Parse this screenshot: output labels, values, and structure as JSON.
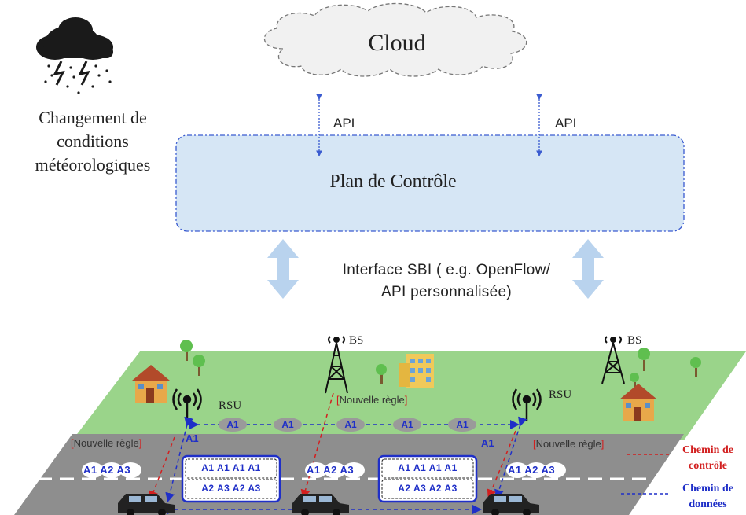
{
  "weather": {
    "label_line1": "Changement de",
    "label_line2": "conditions",
    "label_line3": "météorologiques",
    "icon": "storm-cloud-icon"
  },
  "cloud": {
    "label": "Cloud"
  },
  "api": {
    "left_label": "API",
    "right_label": "API"
  },
  "control_plane": {
    "label": "Plan de Contrôle",
    "fill": "#d6e6f5",
    "border": "#3a5bd0"
  },
  "sbi": {
    "line1": "Interface SBI ( e.g. OpenFlow/",
    "line2": "API personnalisée)"
  },
  "infrastructure": {
    "bs_left": "BS",
    "bs_right": "BS",
    "rsu_left": "RSU",
    "rsu_right": "RSU",
    "rule_center": "Nouvelle règle",
    "rule_left": "Nouvelle règle",
    "rule_right": "Nouvelle règle",
    "rule_bracket_open": "[",
    "rule_bracket_close": "]"
  },
  "apps": {
    "pill_row": [
      "A1",
      "A1",
      "A1",
      "A1",
      "A1"
    ],
    "left_group": "A1 A2 A3",
    "middle_group": "A1 A2 A3",
    "right_group": "A1 A2 A3",
    "link_left": "A1",
    "link_right": "A1",
    "bin_left_top": "A1 A1 A1 A1",
    "bin_left_bottom": "A2 A3 A2 A3",
    "bin_right_top": "A1 A1 A1 A1",
    "bin_right_bottom": "A2 A3 A2 A3"
  },
  "legend": {
    "control_line1": "Chemin de",
    "control_line2": "contrôle",
    "data_line1": "Chemin de",
    "data_line2": "données",
    "control_color": "#d21f1f",
    "data_color": "#1f2fc8"
  },
  "colors": {
    "grass": "#9ad48a",
    "road": "#8e8e8e",
    "arrow": "#b9d3ee"
  }
}
